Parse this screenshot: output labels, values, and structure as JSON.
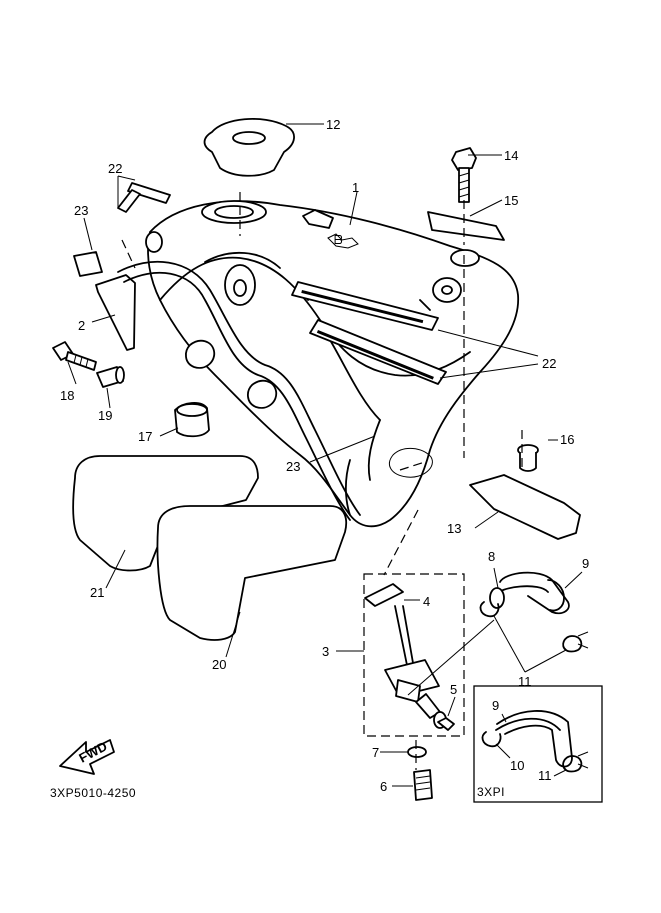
{
  "diagram": {
    "drawing_code": "3XP5010-4250",
    "inset_label": "3XPI",
    "direction_badge": "FWD",
    "callouts": {
      "c1": "1",
      "c2": "2",
      "c3": "3",
      "c4": "4",
      "c5": "5",
      "c6": "6",
      "c7": "7",
      "c8": "8",
      "c9": "9",
      "c9b": "9",
      "c10": "10",
      "c11": "11",
      "c11b": "11",
      "c12": "12",
      "c13": "13",
      "c14": "14",
      "c15": "15",
      "c16": "16",
      "c17": "17",
      "c18": "18",
      "c19": "19",
      "c20": "20",
      "c21": "21",
      "c22": "22",
      "c22b": "22",
      "c23": "23",
      "c23b": "23"
    }
  }
}
